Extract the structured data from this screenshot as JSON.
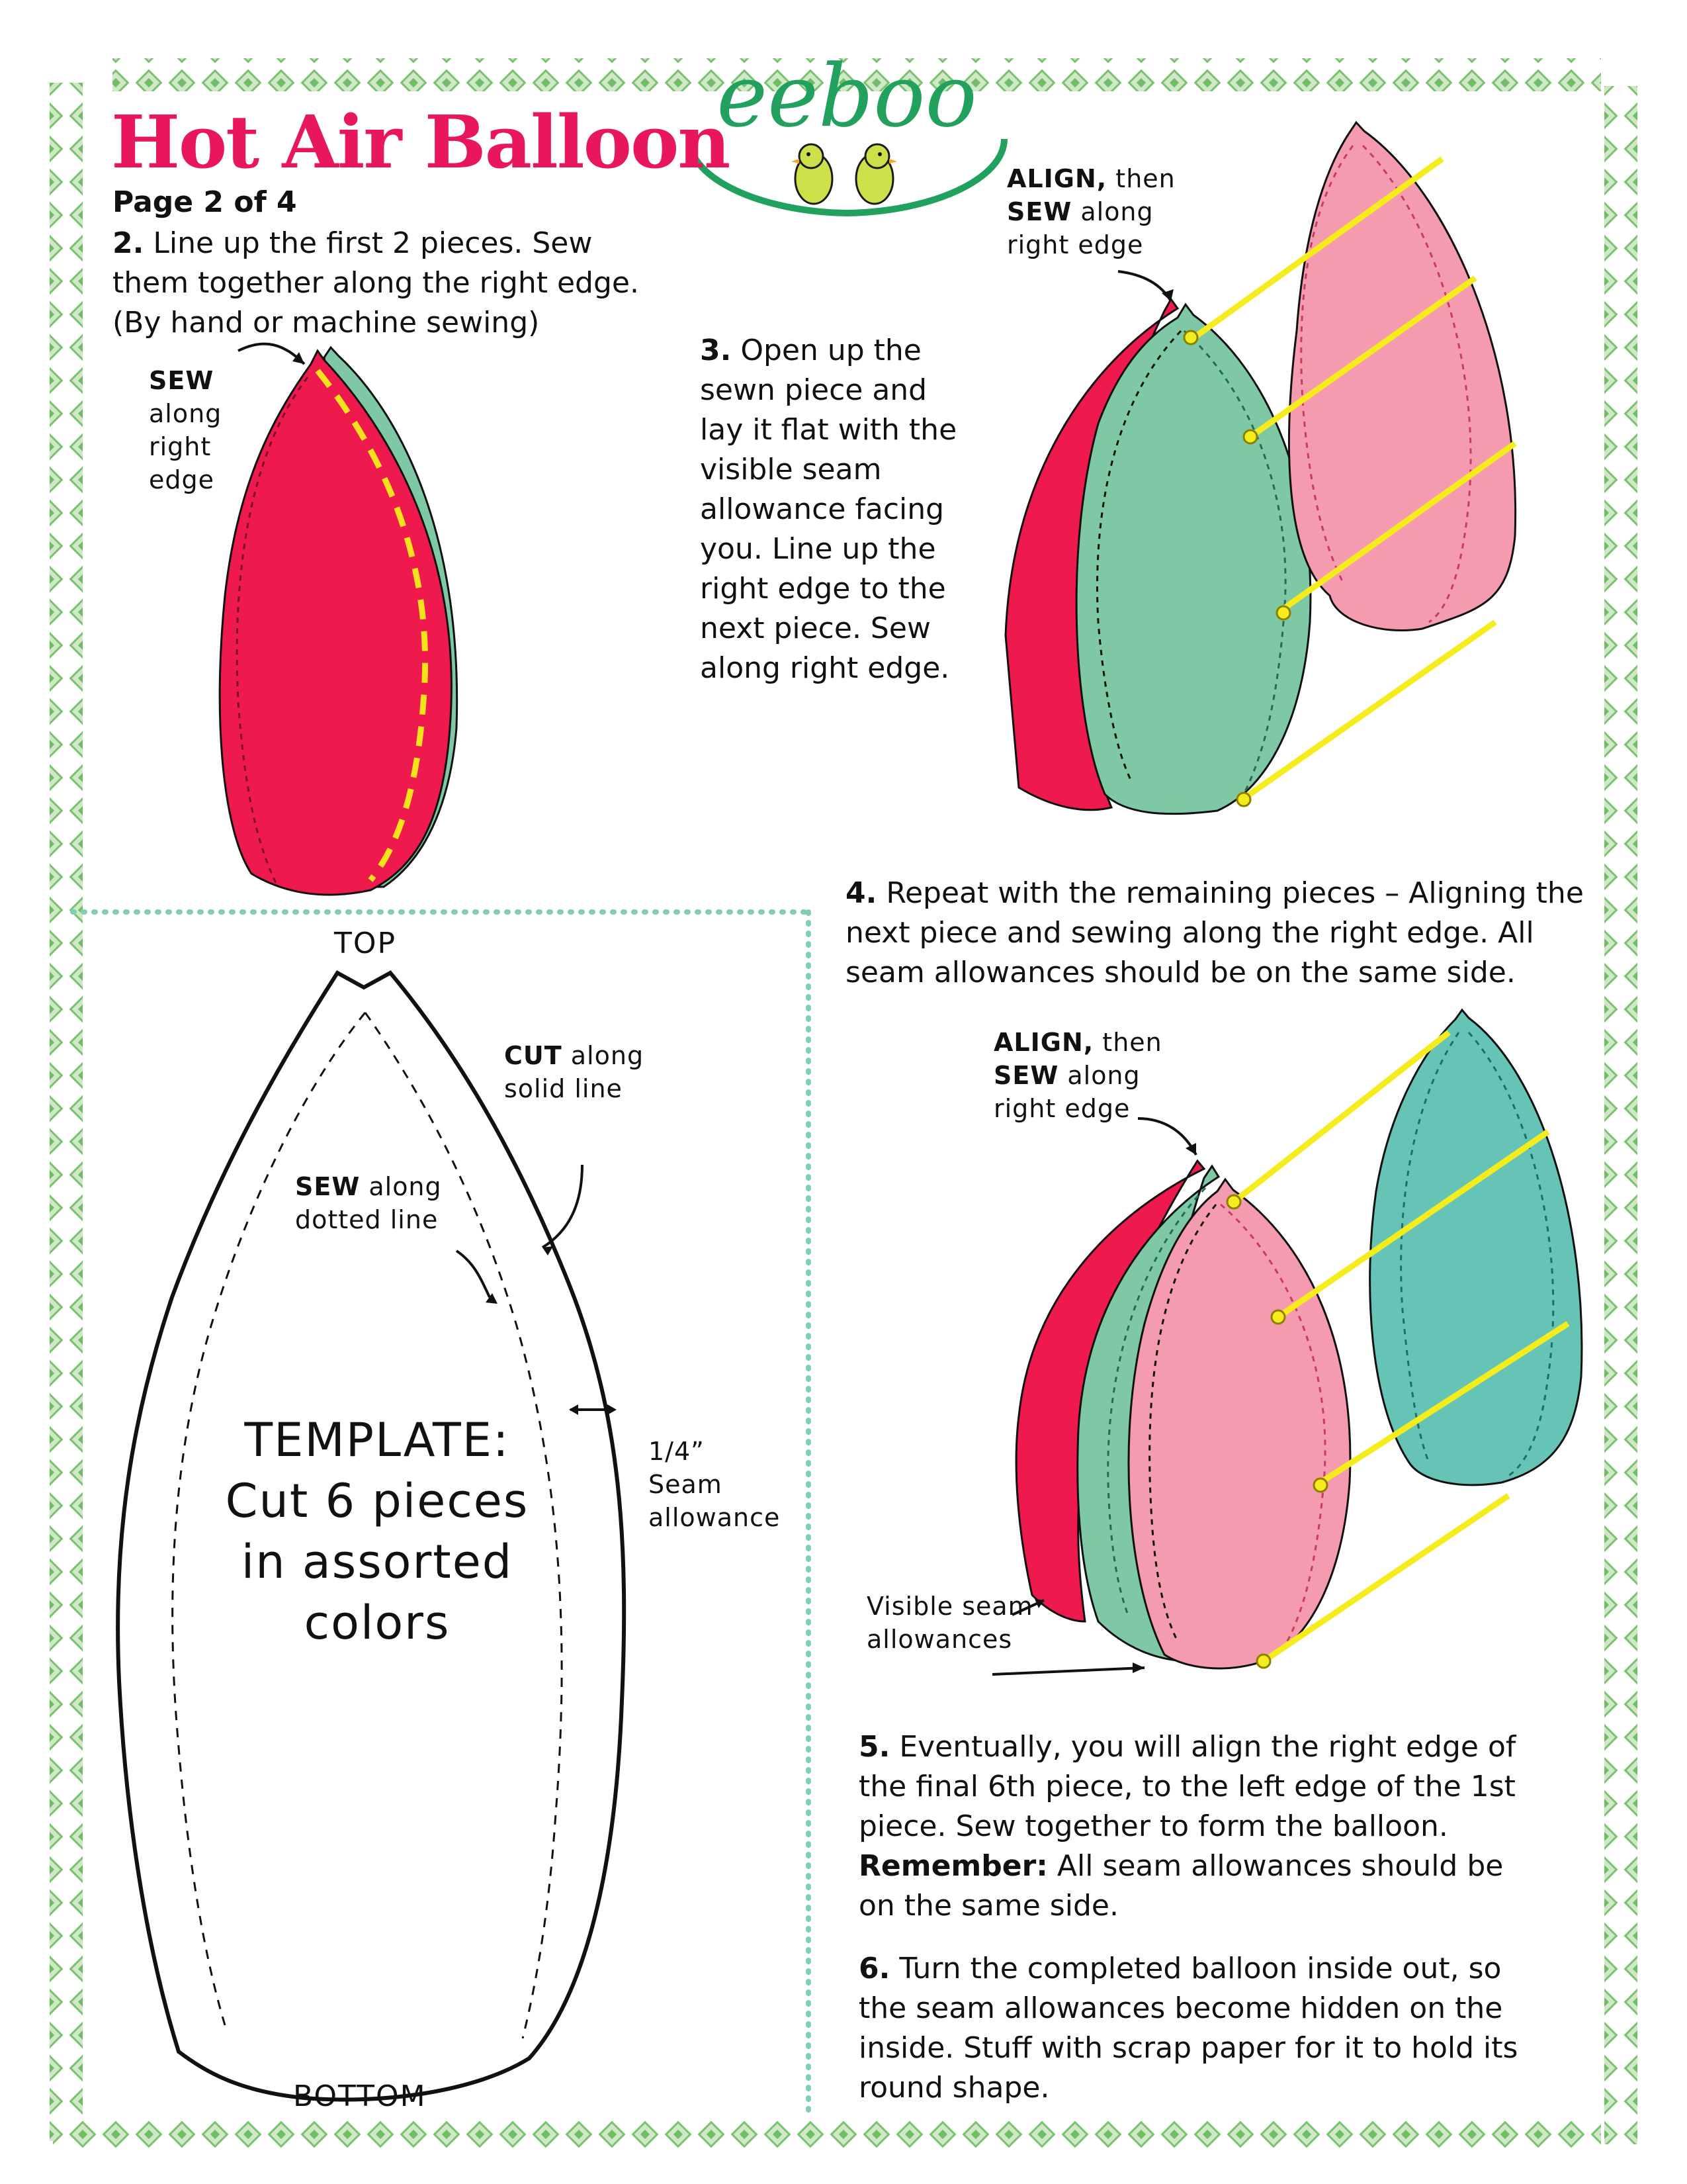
{
  "brand": {
    "name": "eeBoo"
  },
  "title": "Hot Air Balloon",
  "page_info": "Page 2 of 4",
  "colors": {
    "title": "#e8175d",
    "border": "#86c97f",
    "red_piece": "#ee194d",
    "green_piece": "#7ec8a6",
    "pink_piece": "#f49bb0",
    "teal_piece": "#66c4b6",
    "align_line": "#f5ec1e",
    "sew_line": "#f5d800"
  },
  "steps": {
    "s2": {
      "num": "2.",
      "text": "Line up the first 2 pieces. Sew them together along the right edge. (By hand or machine sewing)"
    },
    "s3": {
      "num": "3.",
      "text": "Open up the sewn piece and lay it flat with the visible seam allowance facing you. Line up the right edge to the next piece. Sew along right edge."
    },
    "s4": {
      "num": "4.",
      "text": "Repeat with the remaining pieces – Aligning the next piece and sewing along the right edge. All seam allowances should be on the same side."
    },
    "s5": {
      "num": "5.",
      "text": "Eventually, you will align the right edge of the final 6th piece, to the left edge of the 1st piece. Sew together to form the balloon.",
      "remember_label": "Remember:",
      "remember_text": "All seam allowances should be on the same side."
    },
    "s6": {
      "num": "6.",
      "text": "Turn the completed balloon inside out, so the seam allowances become hidden on the inside. Stuff with scrap paper for it to hold its round shape."
    }
  },
  "labels": {
    "sew_bold": "SEW",
    "sew_rest": "along right edge",
    "align_bold": "ALIGN,",
    "then": "then",
    "sew_along": "along",
    "right_edge": "right edge",
    "cut_bold": "CUT",
    "cut_rest": "along solid line",
    "sew_dotted_rest": "along dotted line",
    "seam_fraction": "1/4”",
    "seam_rest": "Seam allowance",
    "visible_seams": "Visible seam allowances",
    "top": "TOP",
    "bottom": "BOTTOM"
  },
  "template": {
    "text": "TEMPLATE: Cut 6 pieces in assorted colors"
  }
}
